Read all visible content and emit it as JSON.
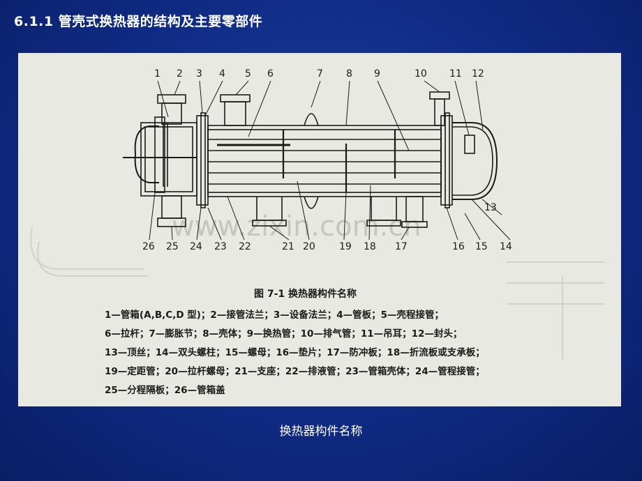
{
  "slide": {
    "title": "6.1.1  管壳式换热器的结构及主要零部件",
    "caption": "换热器构件名称"
  },
  "figure": {
    "figure_title": "图 7-1   换热器构件名称",
    "watermark": "www.zixin.com.cn",
    "top_callouts": [
      "1",
      "2",
      "3",
      "4",
      "5",
      "6",
      "7",
      "8",
      "9",
      "10",
      "11",
      "12"
    ],
    "bottom_callouts": [
      "26",
      "25",
      "24",
      "23",
      "22",
      "21",
      "20",
      "19",
      "18",
      "17",
      "16",
      "15",
      "14",
      "13"
    ],
    "legend_lines": [
      "1—管箱(A,B,C,D 型)；2—接管法兰；3—设备法兰；4—管板；5—壳程接管；",
      "6—拉杆；7—膨胀节；8—壳体；9—换热管；10—排气管；11—吊耳；12—封头；",
      "13—顶丝；14—双头螺柱；15—螺母；16—垫片；17—防冲板；18—折流板或支承板；",
      "19—定距管；20—拉杆螺母；21—支座；22—排液管；23—管箱壳体；24—管程接管；",
      "25—分程隔板；26—管箱盖"
    ]
  }
}
